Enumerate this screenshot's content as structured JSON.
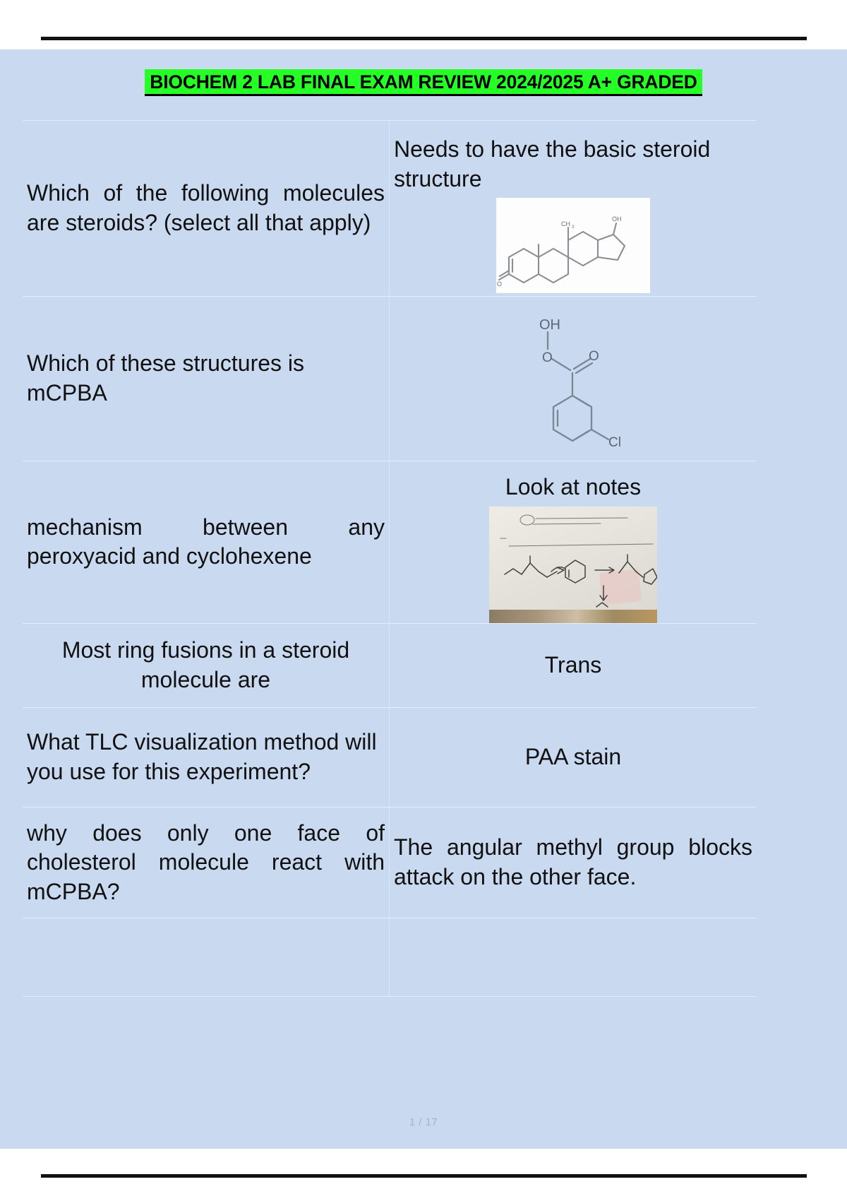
{
  "document": {
    "title": "BIOCHEM 2 LAB FINAL EXAM REVIEW 2024/2025 A+ GRADED",
    "title_highlight_color": "#26ff26",
    "page_background_color": "#c8d9f0",
    "page_number": "1 / 17"
  },
  "qa_rows": [
    {
      "question": "Which of the following molecules are steroids? (select all that apply)",
      "answer": "Needs to have the basic steroid structure",
      "figure": "steroid-skeleton-structure",
      "figure_labels": [
        "OH",
        "CH3",
        "O"
      ]
    },
    {
      "question": "Which of these structures is mCPBA",
      "answer": "",
      "figure": "mcpba-structure",
      "figure_labels": [
        "OH",
        "O",
        "O",
        "Cl"
      ]
    },
    {
      "question": "mechanism between any peroxyacid and cyclohexene",
      "answer": "Look at notes",
      "figure": "handwritten-notes-photo",
      "figure_labels": []
    },
    {
      "question": "Most ring fusions in a steroid molecule are",
      "answer": "Trans",
      "figure": "",
      "figure_labels": []
    },
    {
      "question": "What TLC visualization method will you use for this experiment?",
      "answer": "PAA stain",
      "figure": "",
      "figure_labels": []
    },
    {
      "question": "why does only one face of cholesterol molecule react with mCPBA?",
      "answer": "The angular methyl group blocks attack on the other face.",
      "figure": "",
      "figure_labels": []
    }
  ]
}
